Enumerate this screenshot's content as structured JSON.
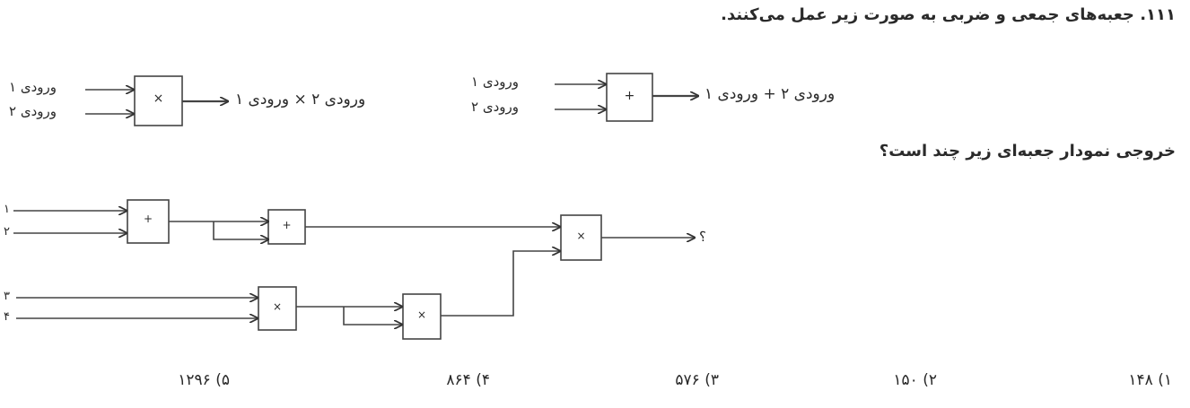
{
  "question": {
    "number": "۱۱۱.",
    "intro": "جعبه‌های جمعی و ضربی به صورت زیر عمل می‌کنند.",
    "prompt": "خروجی نمودار جعبه‌ای زیر چند است؟"
  },
  "examples": {
    "mult": {
      "input1": "ورودی ۱",
      "input2": "ورودی ۲",
      "op": "×",
      "result": "ورودی ۲ × ورودی ۱"
    },
    "add": {
      "input1": "ورودی ۱",
      "input2": "ورودی ۲",
      "op": "+",
      "result": "ورودی ۲ + ورودی ۱"
    }
  },
  "diagram": {
    "inputs": [
      "۱",
      "۲",
      "۳",
      "۴"
    ],
    "box_ops": [
      "+",
      "+",
      "×",
      "×",
      "×"
    ],
    "output": "؟"
  },
  "options": [
    "۱) ۱۴۸",
    "۲) ۱۵۰",
    "۳) ۵۷۶",
    "۴) ۸۶۴",
    "۵) ۱۲۹۶"
  ]
}
